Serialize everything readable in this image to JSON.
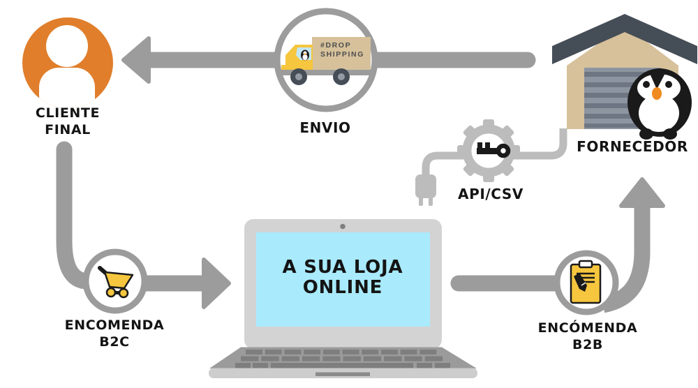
{
  "colors": {
    "connector": "#9c9c9c",
    "cable": "#bcbcbc",
    "orange": "#e07e2b",
    "yellow": "#f6c63e",
    "tan": "#d6c19b",
    "slate": "#454d57",
    "cyan": "#a9eafd",
    "ink": "#141414",
    "door": "#8d95a1",
    "door-stripe": "#6f7683",
    "beak": "#f08b1f"
  },
  "nodes": {
    "cliente": {
      "line1": "CLIENTE",
      "line2": "FINAL"
    },
    "envio": {
      "label": "ENVIO"
    },
    "fornecedor": {
      "label": "FORNECEDOR"
    },
    "api": {
      "label": "API/CSV"
    },
    "loja": {
      "line1": "A SUA LOJA",
      "line2": "ONLINE"
    },
    "b2c": {
      "line1": "ENCOMENDA",
      "line2": "B2C"
    },
    "b2b": {
      "line1": "ENCÓMENDA",
      "line2": "B2B"
    }
  },
  "truck_box": {
    "line1": "#DROP",
    "line2": "SHIPPING"
  }
}
